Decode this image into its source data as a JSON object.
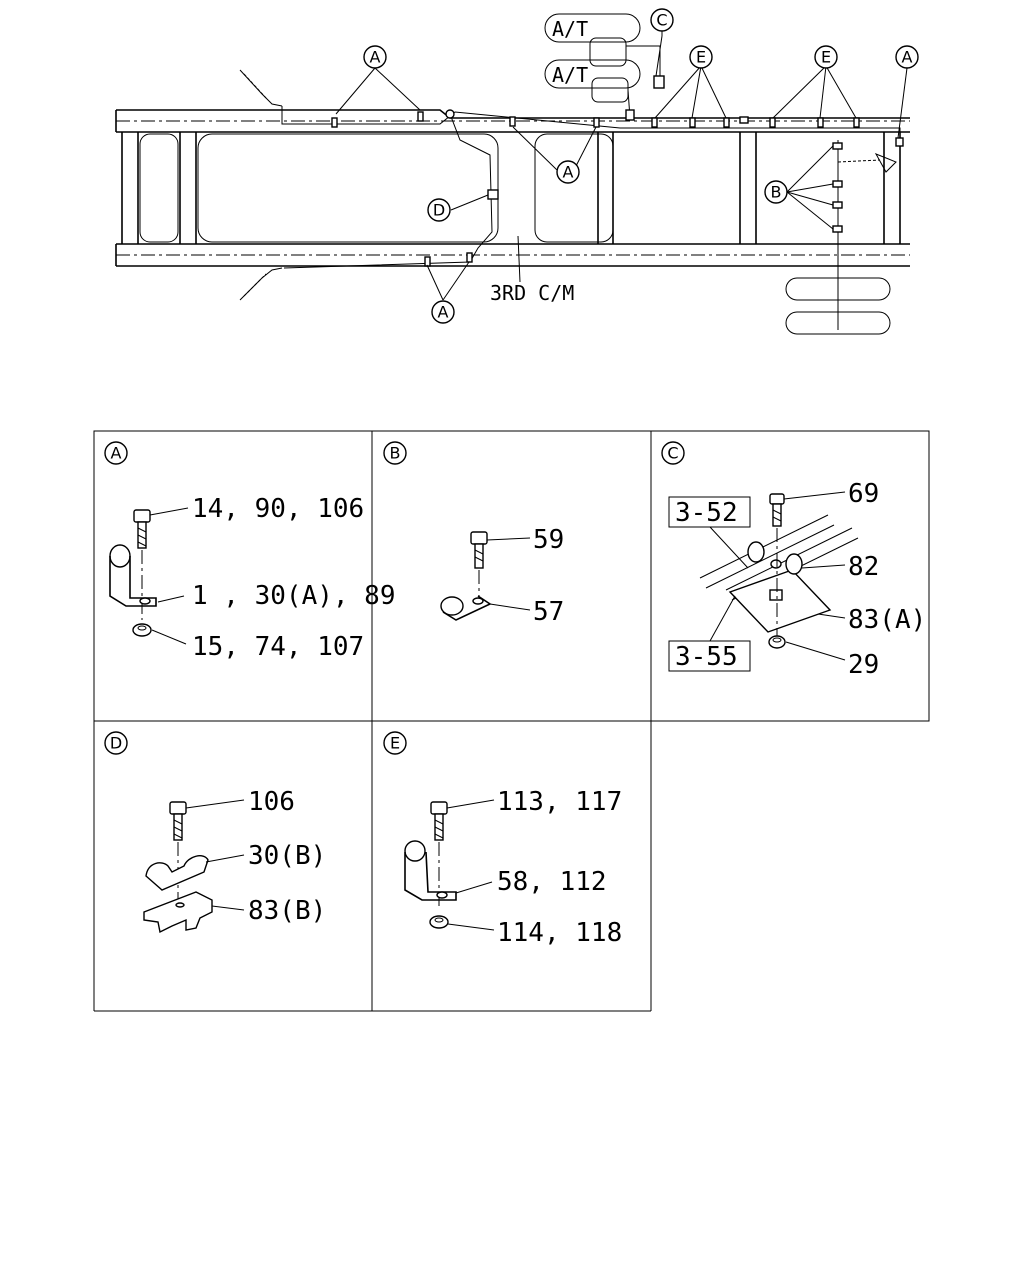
{
  "overview": {
    "callouts": {
      "A": "A",
      "B": "B",
      "C": "C",
      "D": "D",
      "E": "E"
    },
    "at_label_1": "A/T",
    "at_label_2": "A/T",
    "crossmember_label": "3RD C/M"
  },
  "panels": {
    "A": {
      "letter": "A",
      "bolt": "14, 90, 106",
      "clip": "1 , 30(A), 89",
      "nut": "15, 74, 107"
    },
    "B": {
      "letter": "B",
      "bolt": "59",
      "clip": "57"
    },
    "C": {
      "letter": "C",
      "ref_top": "3-52",
      "ref_bottom": "3-55",
      "bolt": "69",
      "clip": "82",
      "plate": "83(A)",
      "nut": "29"
    },
    "D": {
      "letter": "D",
      "bolt": "106",
      "clip": "30(B)",
      "bracket": "83(B)"
    },
    "E": {
      "letter": "E",
      "bolt": "113, 117",
      "clip": "58, 112",
      "nut": "114, 118"
    }
  }
}
